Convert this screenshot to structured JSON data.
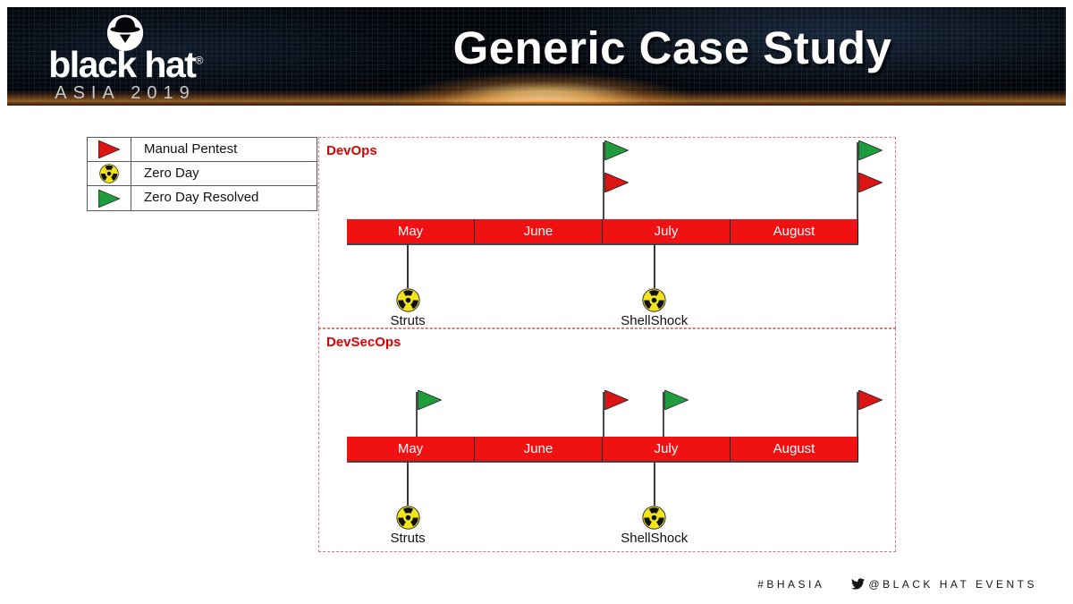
{
  "header": {
    "logo": {
      "brand": "black hat",
      "registered": "®",
      "subtitle": "ASIA 2019"
    },
    "title": "Generic Case Study"
  },
  "legend": {
    "items": [
      {
        "icon": "manual-pentest-flag-icon",
        "label": "Manual Pentest",
        "color": "#dc1414"
      },
      {
        "icon": "zero-day-radiation-icon",
        "label": "Zero Day",
        "color": "#f2e41c"
      },
      {
        "icon": "zero-day-resolved-flag-icon",
        "label": "Zero Day Resolved",
        "color": "#1f9d3c"
      }
    ]
  },
  "months": [
    "May",
    "June",
    "July",
    "August"
  ],
  "panels": [
    {
      "name": "DevOps",
      "flag_poles": [
        {
          "position_pct": 50,
          "flags_top_to_bottom": [
            "zero-day-resolved",
            "manual-pentest"
          ]
        },
        {
          "position_pct": 100,
          "flags_top_to_bottom": [
            "zero-day-resolved",
            "manual-pentest"
          ]
        }
      ],
      "zero_days": [
        {
          "label": "Struts",
          "position_pct": 11.9
        },
        {
          "label": "ShellShock",
          "position_pct": 60.1
        }
      ]
    },
    {
      "name": "DevSecOps",
      "flag_poles": [
        {
          "position_pct": 13.5,
          "flags_top_to_bottom": [
            "zero-day-resolved"
          ]
        },
        {
          "position_pct": 50,
          "flags_top_to_bottom": [
            "manual-pentest"
          ]
        },
        {
          "position_pct": 61.7,
          "flags_top_to_bottom": [
            "zero-day-resolved"
          ]
        },
        {
          "position_pct": 100,
          "flags_top_to_bottom": [
            "manual-pentest"
          ]
        }
      ],
      "zero_days": [
        {
          "label": "Struts",
          "position_pct": 11.9
        },
        {
          "label": "ShellShock",
          "position_pct": 60.1
        }
      ]
    }
  ],
  "footer": {
    "hashtag": "#BHASIA",
    "twitter_handle": "@BLACK HAT EVENTS"
  },
  "colors": {
    "timeline_bar": "#f01212",
    "flag_red": "#dc1414",
    "flag_green": "#1f9d3c",
    "panel_label_red": "#e00000",
    "panel_border": "#d97b7b",
    "radiation_yellow": "#f2e41c"
  }
}
